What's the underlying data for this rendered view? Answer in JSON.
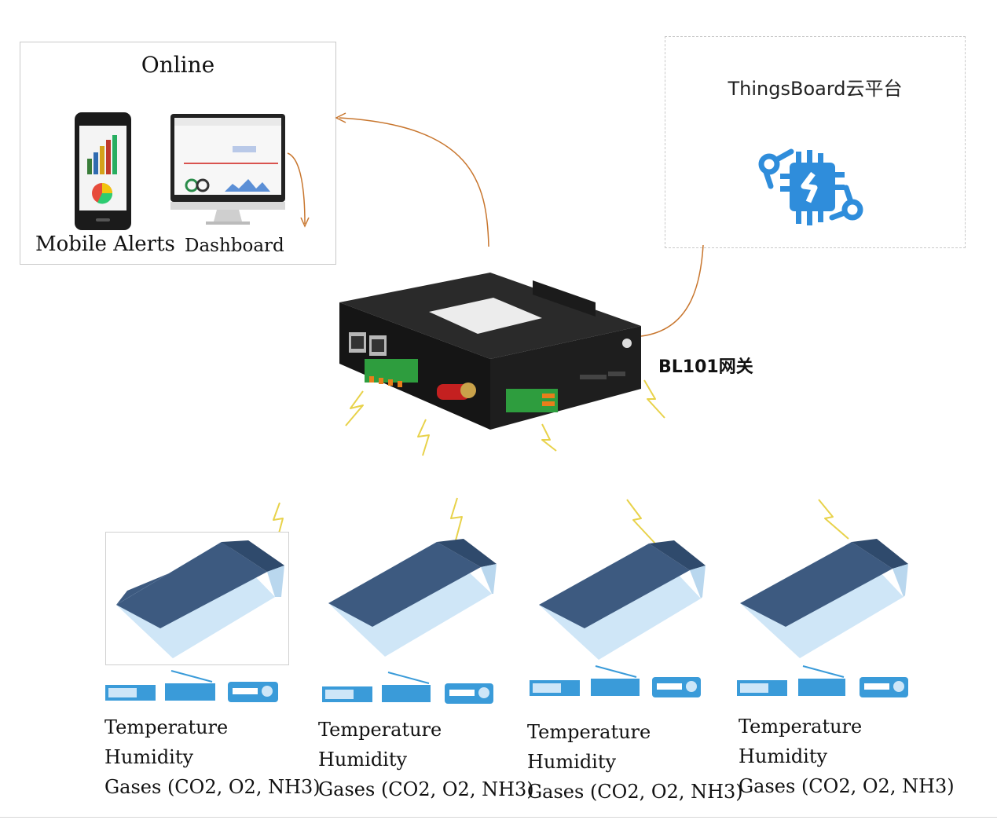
{
  "online": {
    "title": "Online",
    "mobile_label": "Mobile Alerts",
    "dashboard_label": "Dashboard"
  },
  "cloud": {
    "title": "ThingsBoard云平台",
    "icon": "chip-network-icon"
  },
  "gateway": {
    "label": "BL101网关"
  },
  "sensors": [
    {
      "line1": "Temperature",
      "line2": "Humidity",
      "line3": "Gases (CO2, O2, NH3)"
    },
    {
      "line1": "Temperature",
      "line2": "Humidity",
      "line3": "Gases (CO2, O2, NH3)"
    },
    {
      "line1": "Temperature",
      "line2": "Humidity",
      "line3": "Gases (CO2, O2, NH3)"
    },
    {
      "line1": "Temperature",
      "line2": "Humidity",
      "line3": "Gases (CO2, O2, NH3)"
    }
  ],
  "colors": {
    "arrow": "#c8762e",
    "roof": "#3d5a80",
    "wall": "#cfe6f7",
    "sensor": "#3a9bd9",
    "lightning": "#e8d24a",
    "cloud_icon": "#2f8ddb"
  }
}
